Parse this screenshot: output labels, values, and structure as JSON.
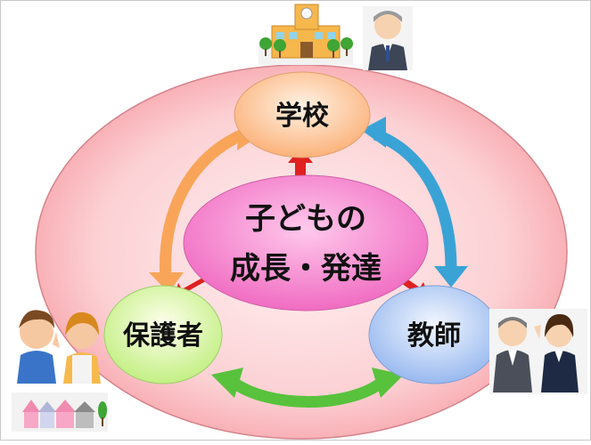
{
  "nodes": {
    "school": "学校",
    "child_line1": "子どもの",
    "child_line2": "成長・発達",
    "parents": "保護者",
    "teachers": "教師"
  },
  "colors": {
    "outer_circle": "#f9b3b8",
    "school_node": "#fcc08f",
    "child_node": "#f678c8",
    "parents_node": "#d6f5a0",
    "teachers_node": "#a9c8f4",
    "arrow_orange": "#f8a559",
    "arrow_blue": "#3aa3d5",
    "arrow_green": "#58c23c",
    "arrow_red": "#e02020"
  },
  "icons": [
    "school-building-icon",
    "principal-icon",
    "parents-icon",
    "houses-icon",
    "teachers-icon"
  ]
}
